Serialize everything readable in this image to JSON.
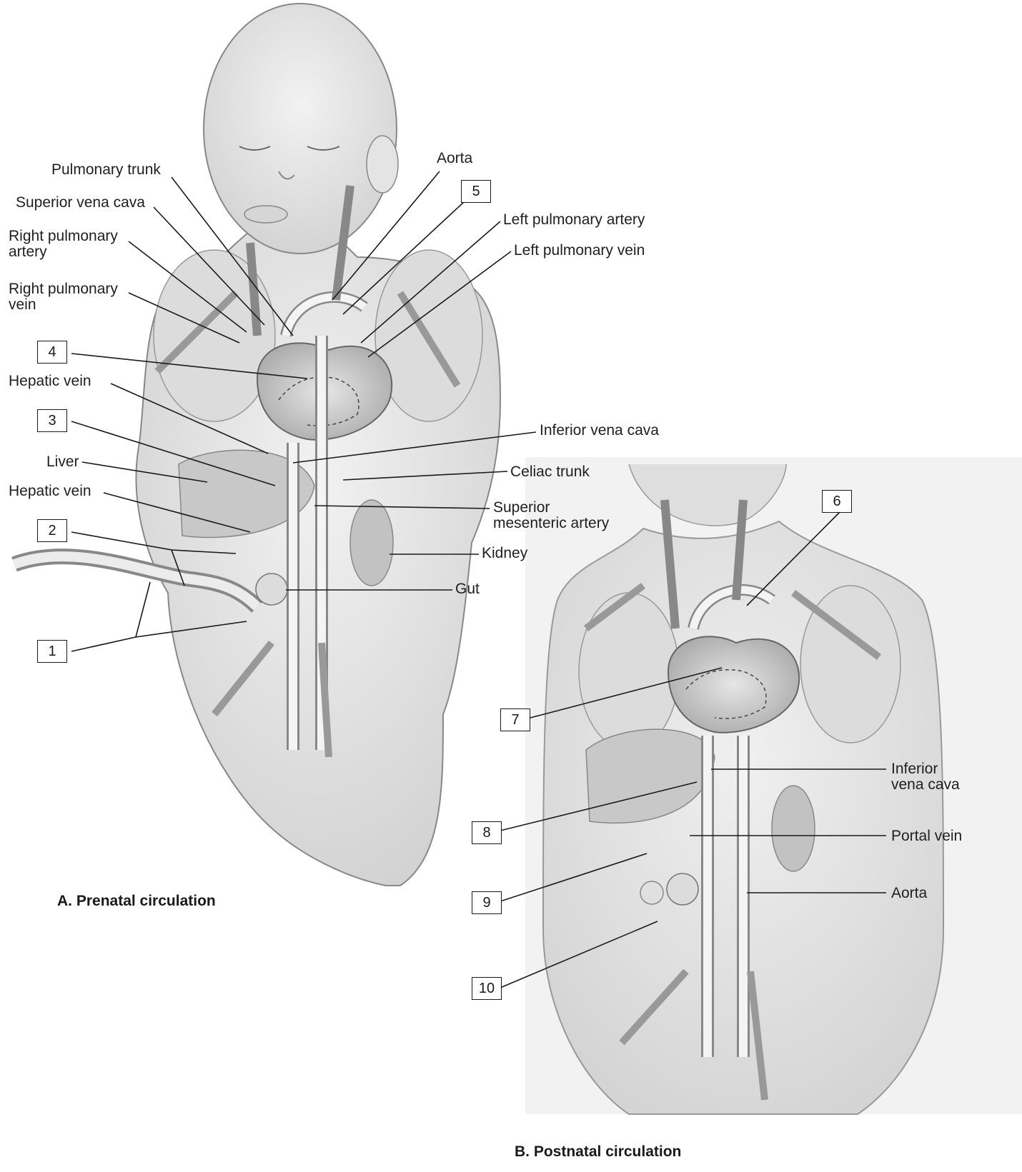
{
  "panels": {
    "a_caption": "A. Prenatal circulation",
    "b_caption": "B. Postnatal circulation"
  },
  "labels_a": {
    "pulmonary_trunk": "Pulmonary trunk",
    "superior_vena_cava": "Superior vena cava",
    "right_pulmonary_artery": "Right pulmonary\nartery",
    "right_pulmonary_vein": "Right pulmonary\nvein",
    "hepatic_vein_1": "Hepatic vein",
    "liver": "Liver",
    "hepatic_vein_2": "Hepatic vein",
    "aorta": "Aorta",
    "left_pulmonary_artery": "Left pulmonary artery",
    "left_pulmonary_vein": "Left pulmonary vein",
    "inferior_vena_cava": "Inferior vena cava",
    "celiac_trunk": "Celiac trunk",
    "superior_mesenteric_artery": "Superior\nmesenteric artery",
    "kidney": "Kidney",
    "gut": "Gut"
  },
  "labels_b": {
    "inferior_vena_cava": "Inferior\nvena cava",
    "portal_vein": "Portal vein",
    "aorta": "Aorta"
  },
  "numbered_boxes": {
    "n1": "1",
    "n2": "2",
    "n3": "3",
    "n4": "4",
    "n5": "5",
    "n6": "6",
    "n7": "7",
    "n8": "8",
    "n9": "9",
    "n10": "10"
  },
  "colors": {
    "skin": "#e9e9e9",
    "skin_shade": "#d2d2d2",
    "outline": "#7a7a7a",
    "vessel": "#f3f3f3",
    "organ": "#c9c9c9",
    "leader": "#1a1a1a"
  }
}
